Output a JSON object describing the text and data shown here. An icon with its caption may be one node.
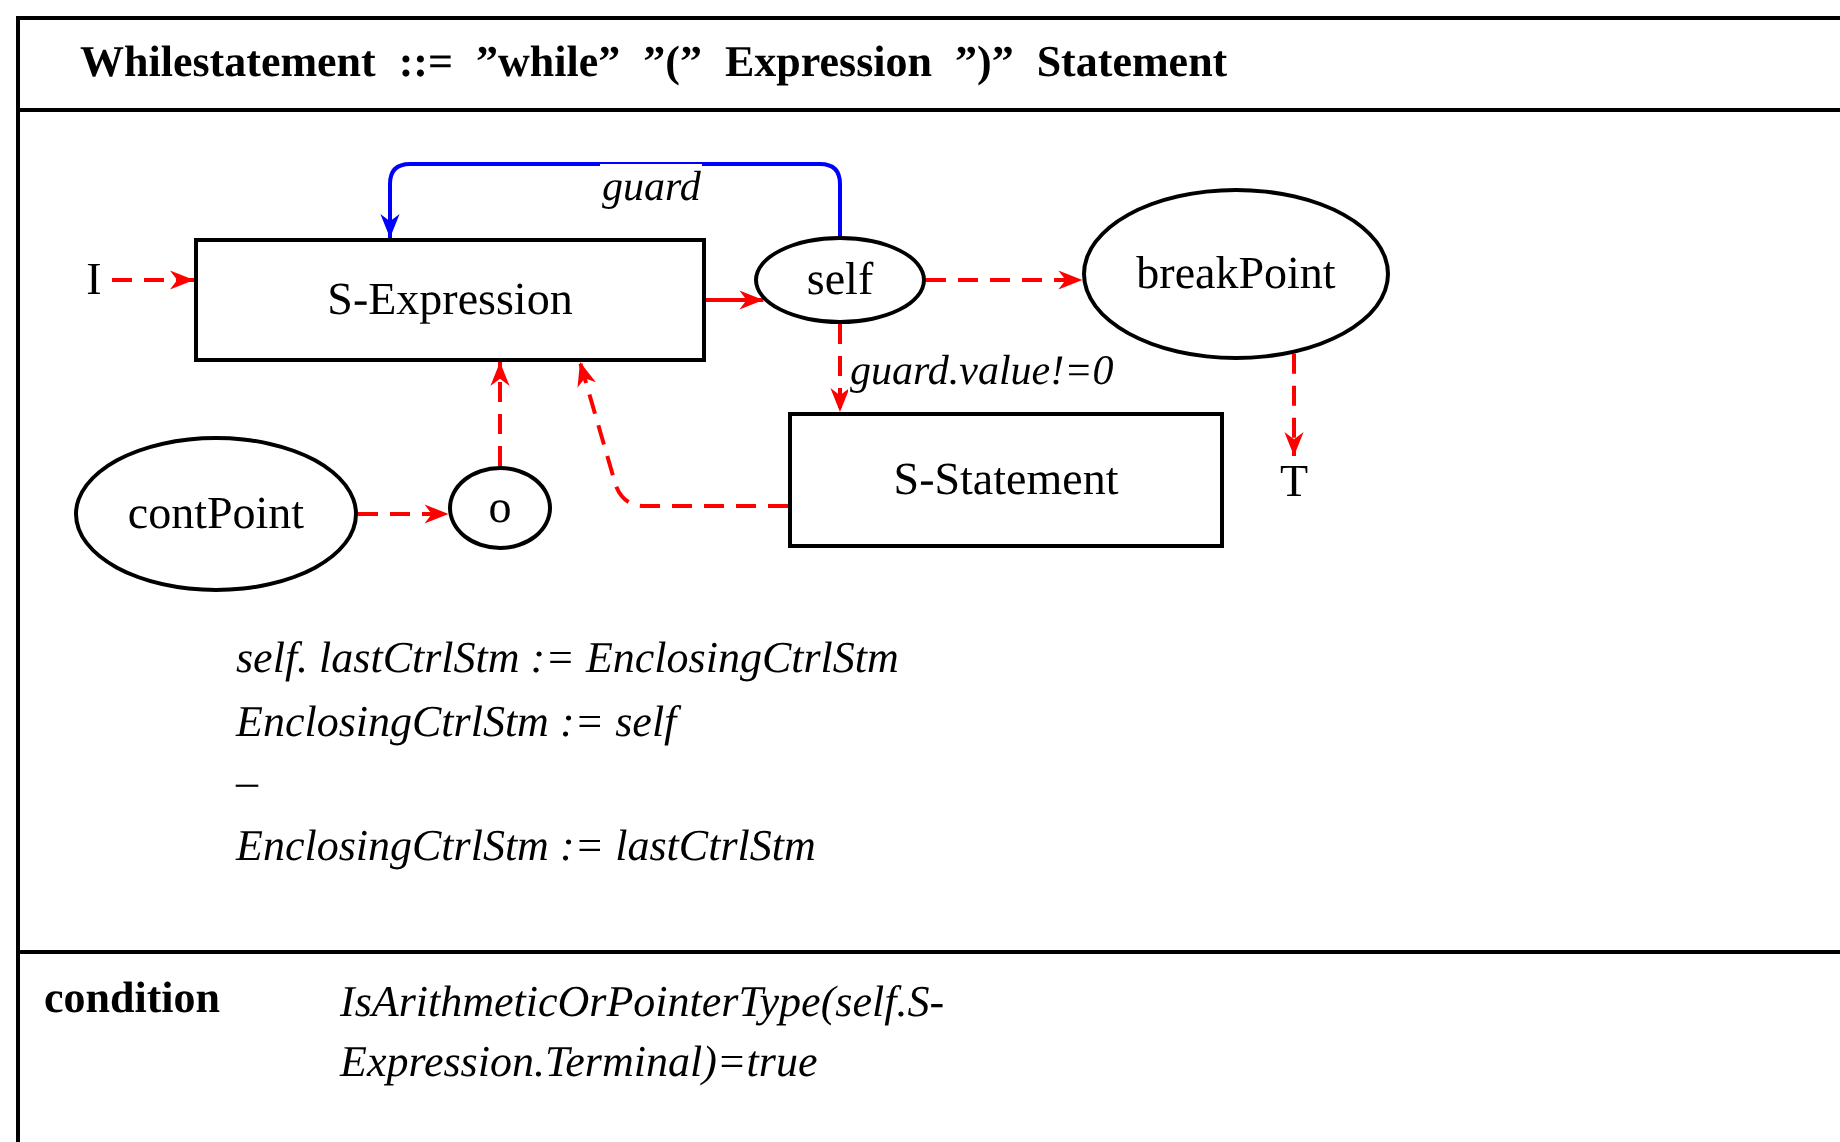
{
  "diagram": {
    "title": "Whilestatement ::= ”while” ”(” Expression ”)” Statement",
    "nodes": [
      {
        "text": [
          "I"
        ]
      },
      {
        "text": [
          "S-Expression"
        ]
      },
      {
        "text": [
          "self"
        ]
      },
      {
        "text": [
          "breakPoint"
        ]
      },
      {
        "text": [
          "S-Statement"
        ]
      },
      {
        "text": [
          "T"
        ]
      },
      {
        "text": [
          "contPoint"
        ]
      },
      {
        "text": [
          "o"
        ]
      }
    ],
    "edges": [
      {
        "from": 0,
        "to": 1,
        "arrow": "to",
        "style": "dashed"
      },
      {
        "from": 1,
        "to": 2,
        "arrow": "to"
      },
      {
        "from": 2,
        "to": 1,
        "arrow": "to",
        "label": "guard",
        "color": "#0000ff"
      },
      {
        "from": 2,
        "to": 3,
        "arrow": "to",
        "style": "dashed"
      },
      {
        "from": 2,
        "to": 4,
        "arrow": "to",
        "label": "guard.value!=0",
        "style": "dashed"
      },
      {
        "from": 3,
        "to": 5,
        "arrow": "to",
        "style": "dashed"
      },
      {
        "from": 6,
        "to": 7,
        "arrow": "to",
        "style": "dashed"
      },
      {
        "from": 7,
        "to": 1,
        "arrow": "to",
        "style": "dashed"
      },
      {
        "from": 4,
        "to": 1,
        "arrow": "to",
        "style": "dashed"
      }
    ],
    "labels": [
      "self. lastCtrlStm := EnclosingCtrlStm",
      "EnclosingCtrlStm := self",
      "–",
      "EnclosingCtrlStm := lastCtrlStm",
      "condition",
      "IsArithmeticOrPointerType(self.S-Expression.Terminal)=true"
    ]
  }
}
